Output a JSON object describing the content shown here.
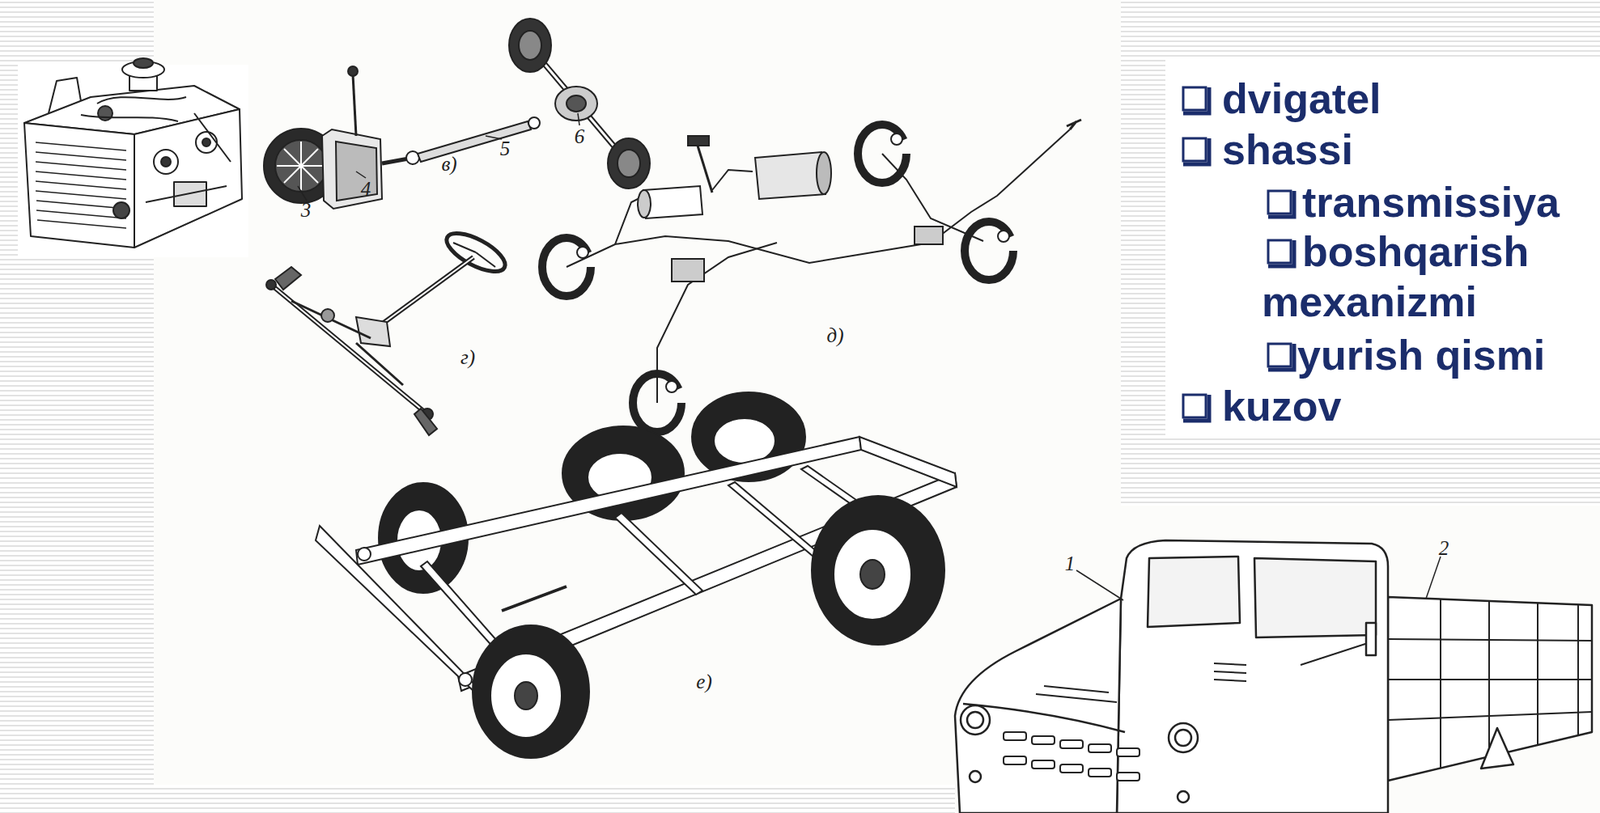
{
  "diagram": {
    "labels": [
      "в)",
      "5",
      "6",
      "3",
      "4",
      "г)",
      "д)",
      "е)",
      "1",
      "2",
      "dvigatel",
      "shassi",
      "transmissiya",
      "boshqarish mexanizmi",
      "yurish qismi",
      "kuzov"
    ]
  }
}
